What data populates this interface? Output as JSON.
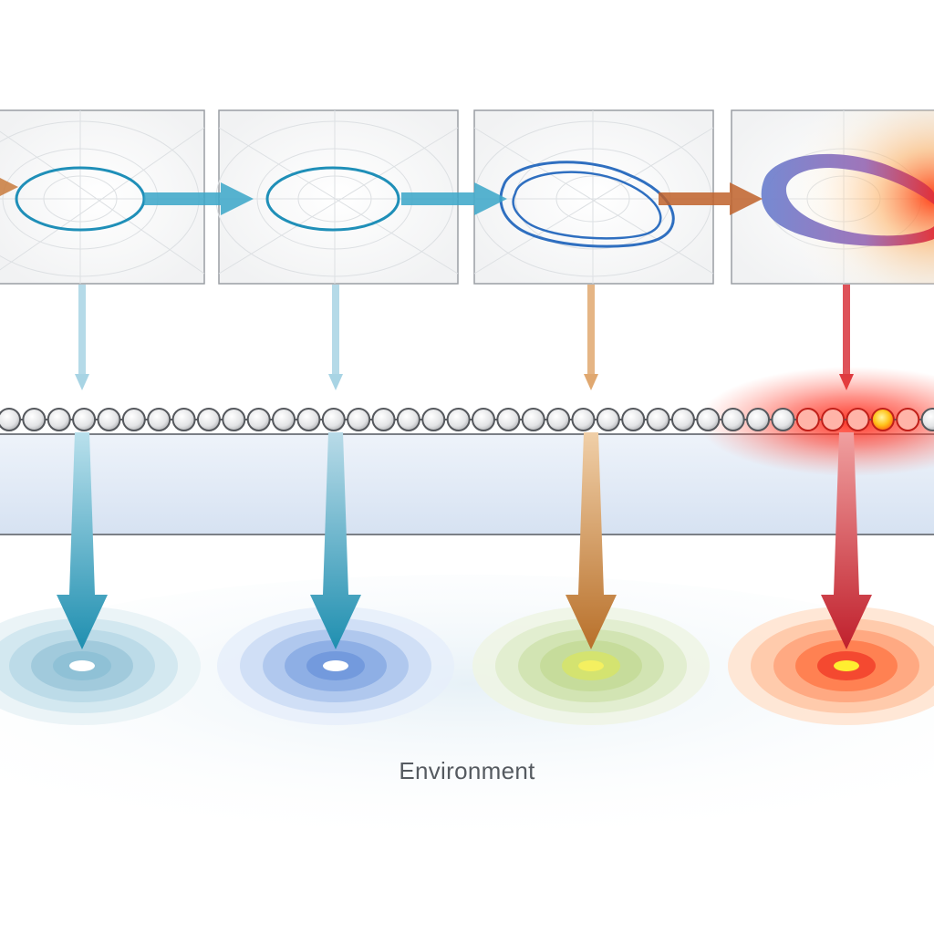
{
  "environment": {
    "label": "Environment"
  },
  "stages": [
    {
      "id": "stage-1",
      "color": "#1f8fb8",
      "arrow_color": "#2aa0c4",
      "spot_color": "#9cc7d9",
      "shape": "ellipse"
    },
    {
      "id": "stage-2",
      "color": "#1f8fb8",
      "arrow_color": "#2aa0c4",
      "spot_color": "#7ea6df",
      "shape": "ellipse"
    },
    {
      "id": "stage-3",
      "color": "#2f6fc0",
      "arrow_color": "#c87a3c",
      "spot_color": "#cfe08a",
      "shape": "distorted-ellipse"
    },
    {
      "id": "stage-4",
      "color": "#6f6fc8",
      "arrow_color": "#c7323a",
      "spot_color": "#f25a2a",
      "shape": "broken-ring"
    }
  ],
  "flow_arrow_colors": [
    "#c87a3c",
    "#3aa6c8",
    "#3aa6c8",
    "#c0622a"
  ],
  "chain": {
    "bead_count": 38,
    "hot_color": "#ff2a1a",
    "bead_color": "#e9eaec"
  },
  "band_color": "#dfe9f6"
}
